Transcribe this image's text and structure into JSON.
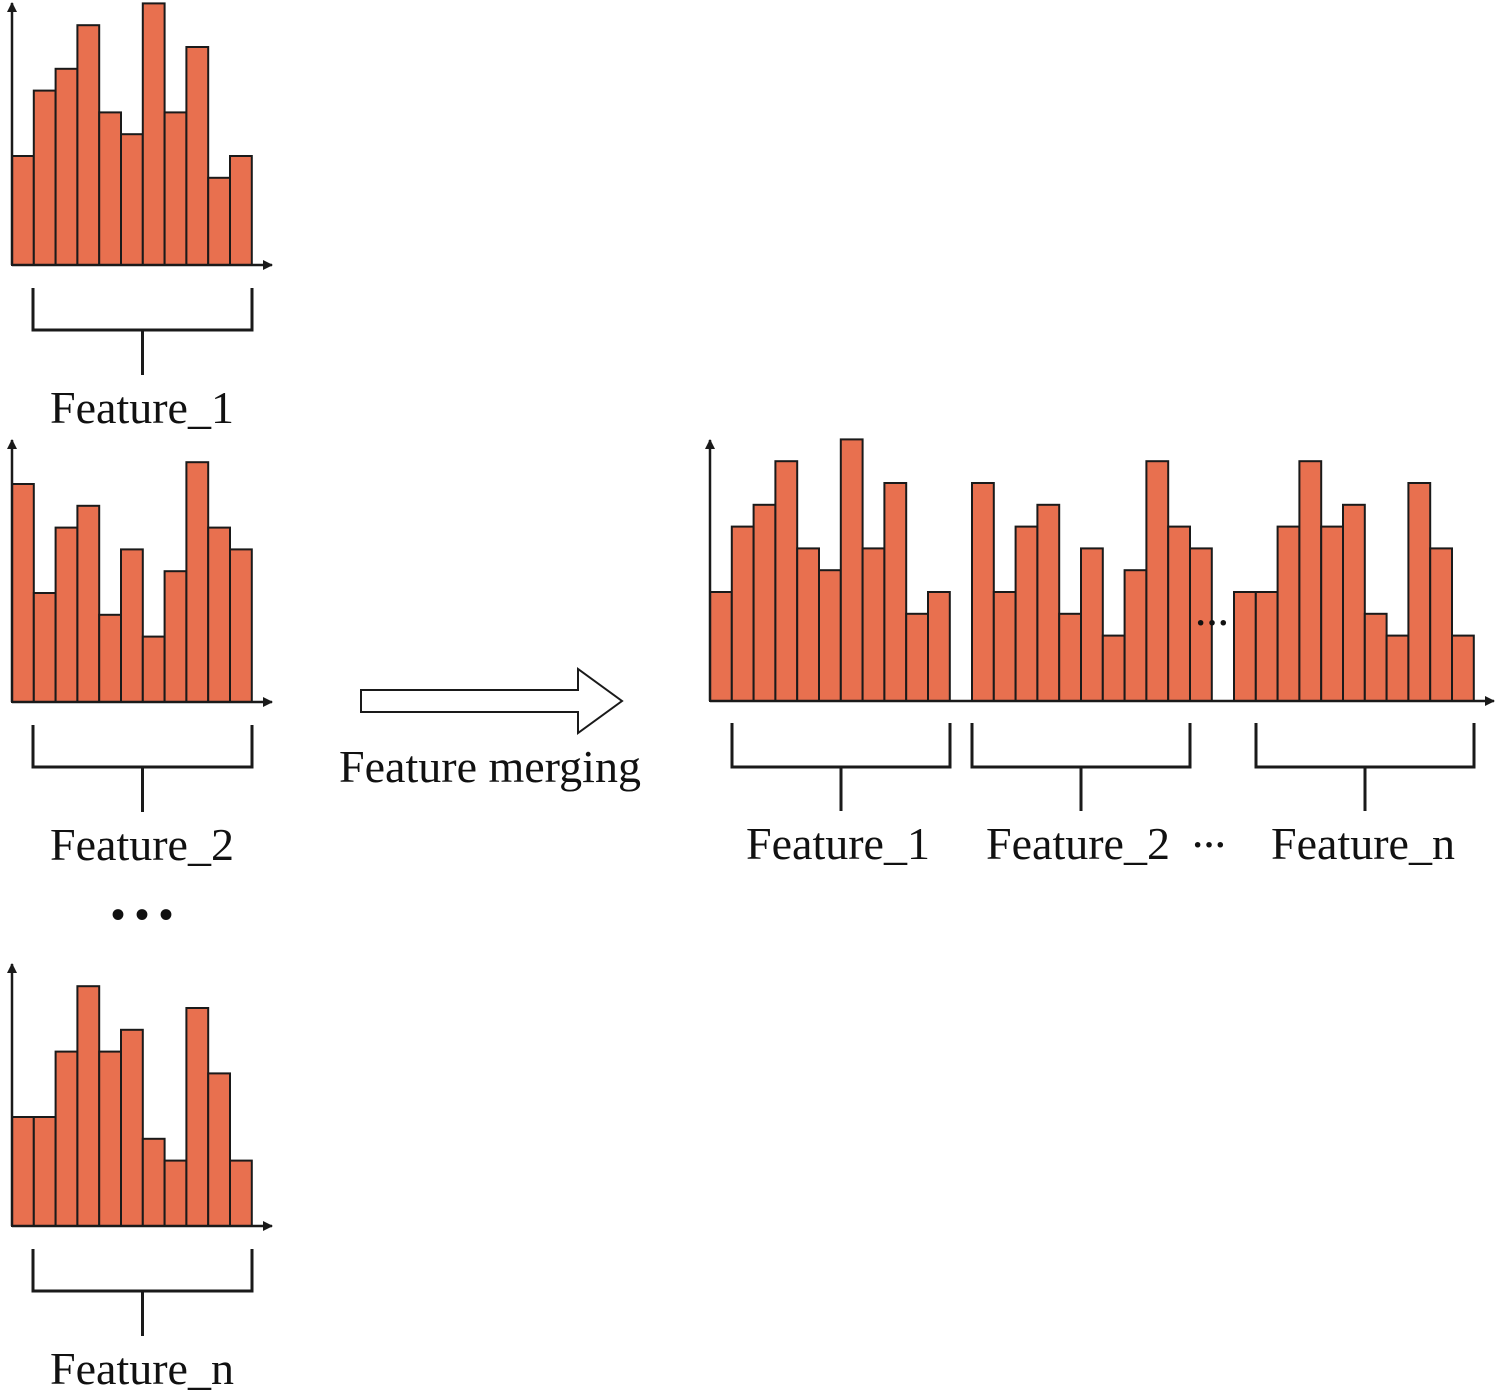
{
  "colors": {
    "bar_fill": "#E8704F",
    "bar_stroke": "#1a1a1a",
    "line": "#1a1a1a",
    "arrow_fill": "#ffffff",
    "text": "#111111"
  },
  "left_ellipsis": "• • •",
  "merge_label": "Feature merging",
  "merged_gap_ellipsis": "···",
  "merged_label_ellipsis": "···",
  "source_charts": [
    {
      "label": "Feature_1",
      "values": [
        5,
        8,
        9,
        11,
        7,
        6,
        12,
        7,
        10,
        4,
        5
      ]
    },
    {
      "label": "Feature_2",
      "values": [
        10,
        5,
        8,
        9,
        4,
        7,
        3,
        6,
        11,
        8,
        7
      ]
    },
    {
      "label": "Feature_n",
      "values": [
        5,
        5,
        8,
        11,
        8,
        9,
        4,
        3,
        10,
        7,
        3
      ]
    }
  ],
  "merged_groups": [
    {
      "label": "Feature_1",
      "values": [
        5,
        8,
        9,
        11,
        7,
        6,
        12,
        7,
        10,
        4,
        5
      ]
    },
    {
      "label": "Feature_2",
      "values": [
        10,
        5,
        8,
        9,
        4,
        7,
        3,
        6,
        11,
        8,
        7
      ]
    },
    {
      "label": "Feature_n",
      "values": [
        5,
        5,
        8,
        11,
        8,
        9,
        4,
        3,
        10,
        7,
        3
      ]
    }
  ]
}
